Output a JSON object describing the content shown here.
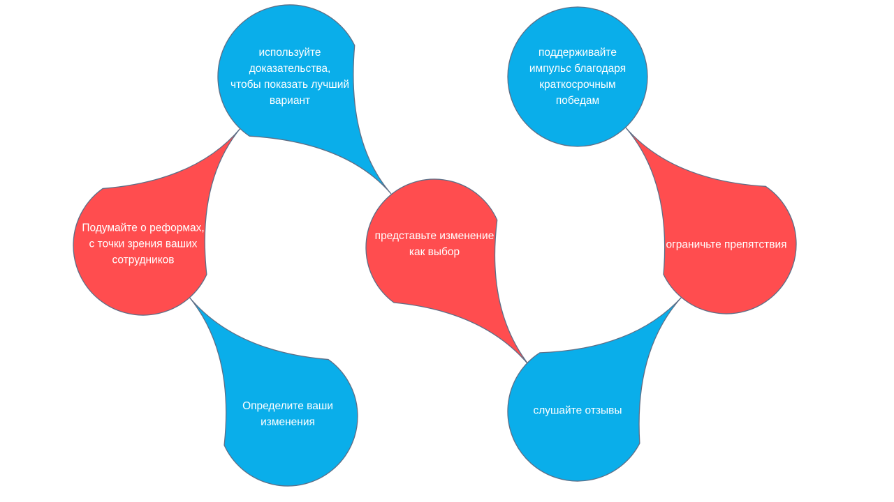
{
  "colors": {
    "blue": "#0AAEEA",
    "red": "#FF4D4F",
    "outline": "#5E6E86"
  },
  "nodes": [
    {
      "text": "Определите ваши\nизменения",
      "color": "blue"
    },
    {
      "text": "Подумайте о реформах,\nс точки зрения ваших\nсотрудников",
      "color": "red"
    },
    {
      "text": "используйте\nдоказательства,\nчтобы показать лучший\nвариант",
      "color": "blue"
    },
    {
      "text": "представьте изменение\nкак выбор",
      "color": "red"
    },
    {
      "text": "слушайте отзывы",
      "color": "blue"
    },
    {
      "text": "ограничьте препятствия",
      "color": "red"
    },
    {
      "text": "поддерживайте\nимпульс благодаря\nкраткосрочным\nпобедам",
      "color": "blue"
    }
  ]
}
